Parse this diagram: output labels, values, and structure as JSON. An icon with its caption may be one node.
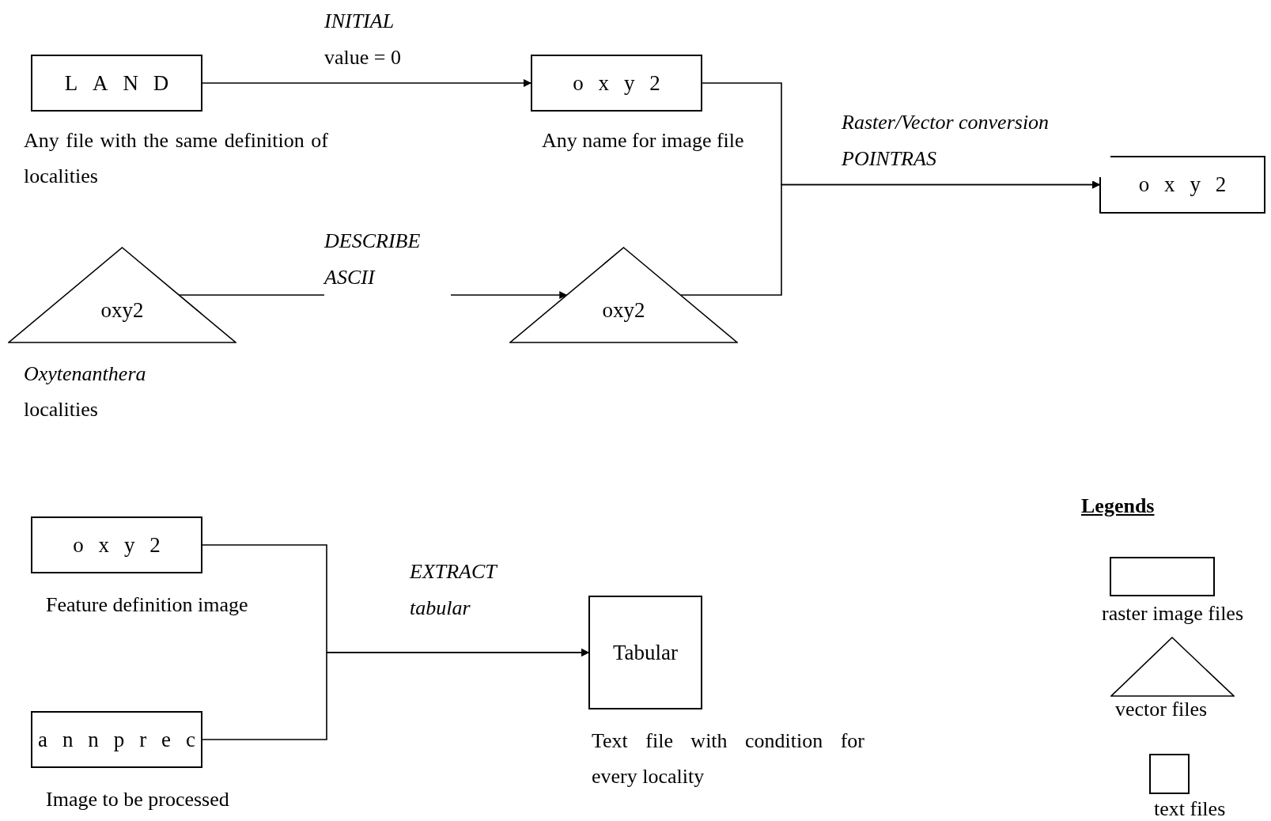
{
  "diagram": {
    "nodes": [
      {
        "text": [
          "LAND"
        ],
        "beside": [
          "Any file with the same definition of localities"
        ]
      },
      {
        "text": [
          "oxy2"
        ],
        "beside": [
          "Any name for image file"
        ]
      },
      {
        "text": [
          "oxy2"
        ],
        "beside": [
          "*Oxytenanthera* localities"
        ]
      },
      {
        "text": [
          "oxy2"
        ]
      },
      {
        "text": [
          "oxy2"
        ]
      },
      {
        "text": [
          "oxy2"
        ],
        "beside": [
          "Feature definition image"
        ]
      },
      {
        "text": [
          "annprec"
        ],
        "beside": [
          "Image to be processed"
        ]
      },
      {
        "text": [
          "Tabular"
        ],
        "beside": [
          "Text file with condition for every locality"
        ]
      }
    ],
    "edges": [
      {
        "from": 0,
        "to": 1,
        "arrow": "to",
        "label": "*INITIAL* value = 0"
      },
      {
        "from": 2,
        "to": 3,
        "arrow": "to",
        "label": "*DESCRIBE ASCII*"
      },
      {
        "from": 1,
        "to": 4,
        "arrow": "to",
        "label": "*Raster/Vector conversion POINTRAS*"
      },
      {
        "from": 3,
        "to": 4,
        "arrow": "to"
      },
      {
        "from": 5,
        "to": 7,
        "arrow": "to",
        "label": "*EXTRACT tabular*"
      },
      {
        "from": 6,
        "to": 7,
        "arrow": "to"
      }
    ],
    "labels": [
      "Legends"
    ],
    "legend": [
      {
        "text": "raster image files"
      },
      {
        "text": "vector files"
      },
      {
        "text": "text files"
      }
    ]
  }
}
